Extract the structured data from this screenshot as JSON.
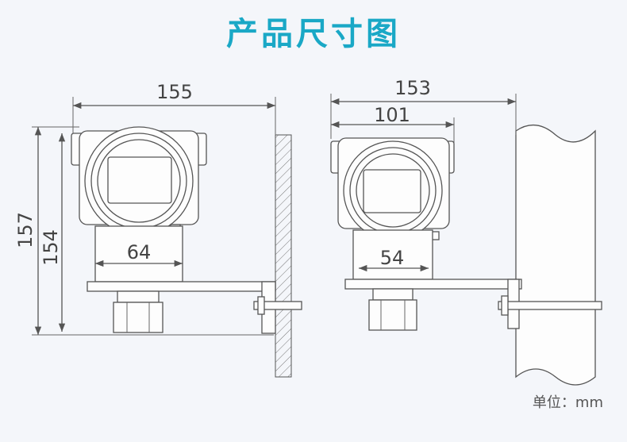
{
  "title": "产品尺寸图",
  "unit_label": "单位：mm",
  "left_view": {
    "width_label": "155",
    "height_outer_label": "157",
    "height_inner_label": "154",
    "bracket_label": "64"
  },
  "right_view": {
    "width_outer_label": "153",
    "width_inner_label": "101",
    "bracket_label": "54"
  }
}
